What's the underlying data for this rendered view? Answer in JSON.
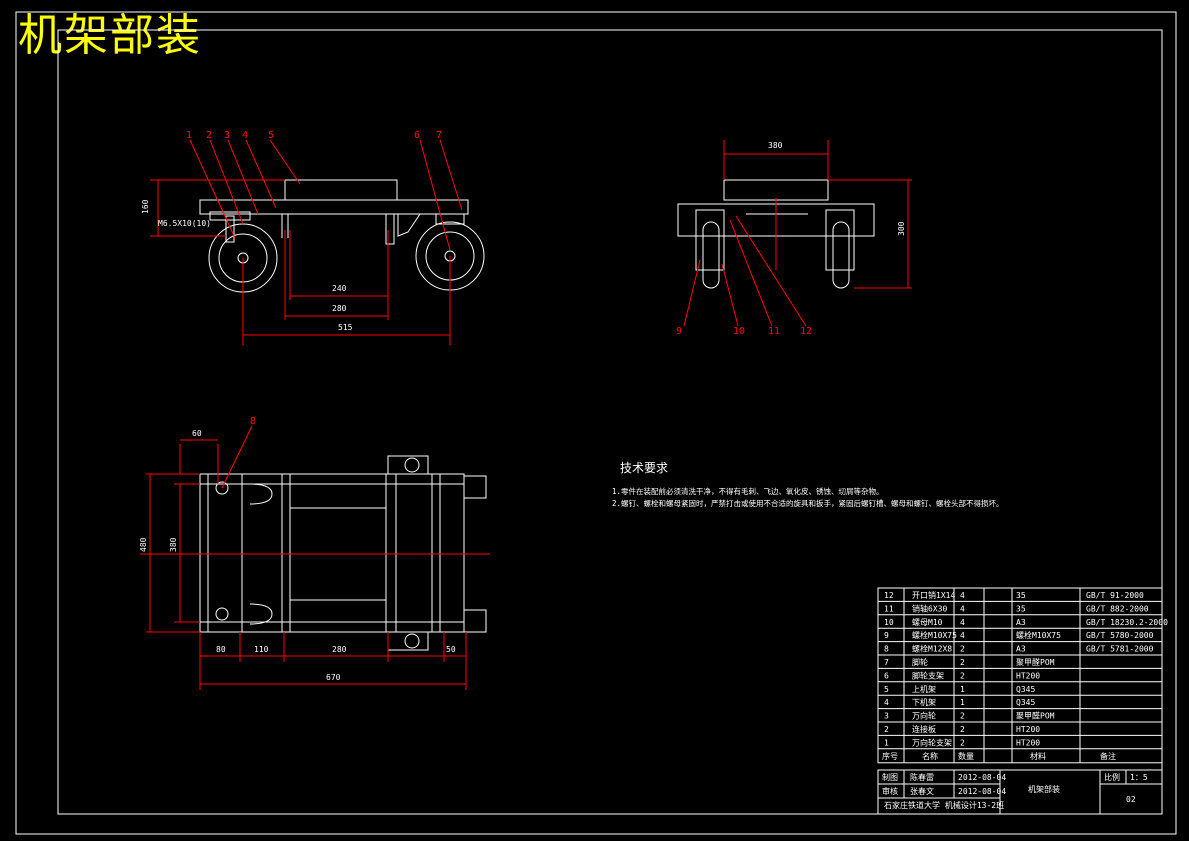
{
  "title": "机架部装",
  "colors": {
    "outline": "#ffffff",
    "dimension": "#ff0000",
    "title": "#ffff00",
    "background": "#000000"
  },
  "front_view": {
    "leaders": [
      "1",
      "2",
      "3",
      "4",
      "5",
      "6",
      "7"
    ],
    "dims": {
      "height": "160",
      "thread": "M6.5X10(10)",
      "inner": "240",
      "mid": "280",
      "total": "515"
    }
  },
  "side_view": {
    "leaders": [
      "9",
      "10",
      "11",
      "12"
    ],
    "dims": {
      "width": "380",
      "height": "300"
    }
  },
  "top_view": {
    "leaders": [
      "8"
    ],
    "dims": {
      "top_left": "60",
      "left_height": "480",
      "inner_height": "380",
      "b1": "80",
      "b2": "110",
      "b3": "280",
      "b4": "50",
      "total": "670"
    }
  },
  "tech": {
    "heading": "技术要求",
    "line1": "1.零件在装配前必须清洗干净，不得有毛刺、飞边、氧化皮、锈蚀、切屑等杂物。",
    "line2": "2.螺钉、螺栓和螺母紧固时，严禁打击或使用不合适的旋具和扳手，紧固后螺钉槽、螺母和螺钉、螺栓头部不得损坏。"
  },
  "bom": {
    "rows": [
      {
        "no": "12",
        "name": "开口销1X14",
        "qty": "4",
        "mat": "35",
        "note": "GB/T 91-2000"
      },
      {
        "no": "11",
        "name": "销轴6X30",
        "qty": "4",
        "mat": "35",
        "note": "GB/T 882-2000"
      },
      {
        "no": "10",
        "name": "螺母M10",
        "qty": "4",
        "mat": "A3",
        "note": "GB/T 18230.2-2000"
      },
      {
        "no": "9",
        "name": "螺栓M10X75",
        "qty": "4",
        "mat": "螺栓M10X75",
        "note": "GB/T 5780-2000"
      },
      {
        "no": "8",
        "name": "螺栓M12X8",
        "qty": "2",
        "mat": "A3",
        "note": "GB/T 5781-2000"
      },
      {
        "no": "7",
        "name": "脚轮",
        "qty": "2",
        "mat": "聚甲醛POM",
        "note": ""
      },
      {
        "no": "6",
        "name": "脚轮支架",
        "qty": "2",
        "mat": "HT200",
        "note": ""
      },
      {
        "no": "5",
        "name": "上机架",
        "qty": "1",
        "mat": "Q345",
        "note": ""
      },
      {
        "no": "4",
        "name": "下机架",
        "qty": "1",
        "mat": "Q345",
        "note": ""
      },
      {
        "no": "3",
        "name": "万向轮",
        "qty": "2",
        "mat": "聚甲醛POM",
        "note": ""
      },
      {
        "no": "2",
        "name": "连接板",
        "qty": "2",
        "mat": "HT200",
        "note": ""
      },
      {
        "no": "1",
        "name": "万向轮支架",
        "qty": "2",
        "mat": "HT200",
        "note": ""
      }
    ],
    "header": {
      "no": "序号",
      "name": "名称",
      "qty": "数量",
      "mat": "材料",
      "note": "备注"
    }
  },
  "title_block": {
    "r1_label": "制图",
    "r1_name": "陈春雷",
    "r1_date": "2012-08-04",
    "r2_label": "审核",
    "r2_name": "张春文",
    "r2_date": "2012-08-04",
    "drawing_name": "机架部装",
    "scale_label": "比例",
    "scale_value": "1：5",
    "sheet": "02",
    "school": "石家庄铁道大学 机械设计13-2班"
  }
}
